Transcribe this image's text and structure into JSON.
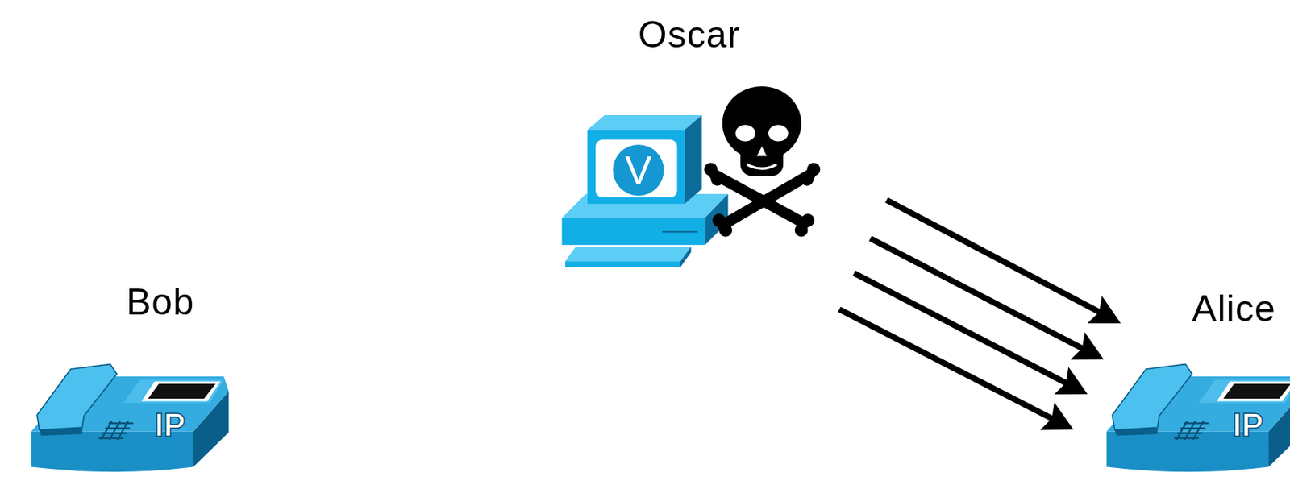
{
  "diagram": {
    "nodes": [
      {
        "text": [
          "Oscar",
          "V"
        ]
      },
      {
        "text": [
          "Bob",
          "IP"
        ]
      },
      {
        "text": [
          "Alice",
          "IP"
        ]
      }
    ],
    "edges": [
      {
        "from": 0,
        "to": 2,
        "arrow": "to"
      },
      {
        "from": 0,
        "to": 2,
        "arrow": "to"
      },
      {
        "from": 0,
        "to": 2,
        "arrow": "to"
      },
      {
        "from": 0,
        "to": 2,
        "arrow": "to"
      }
    ]
  }
}
